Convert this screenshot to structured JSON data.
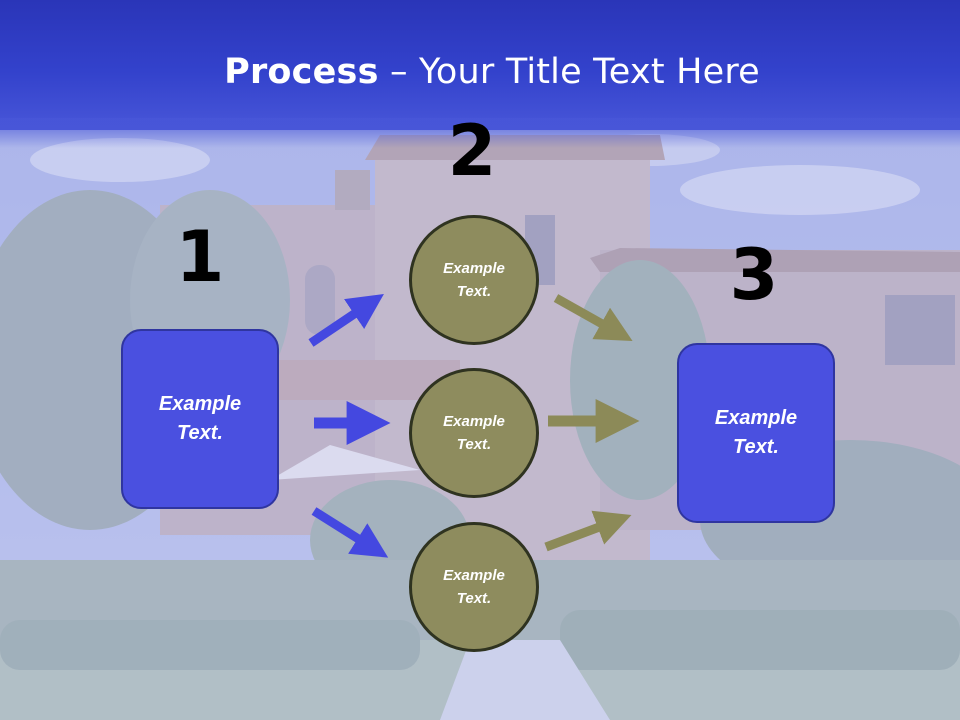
{
  "title": {
    "bold": "Process",
    "rest": " – Your Title Text Here"
  },
  "steps": [
    {
      "number": "1",
      "label_line1": "Example",
      "label_line2": "Text."
    },
    {
      "number": "2"
    },
    {
      "number": "3",
      "label_line1": "Example",
      "label_line2": "Text."
    }
  ],
  "circles": [
    {
      "label_line1": "Example",
      "label_line2": "Text."
    },
    {
      "label_line1": "Example",
      "label_line2": "Text."
    },
    {
      "label_line1": "Example",
      "label_line2": "Text."
    }
  ],
  "colors": {
    "title_band": "#3342cc",
    "box_fill": "#4a50e0",
    "circle_fill": "#8e8c5e",
    "blue_arrow": "#4448e0",
    "olive_arrow": "#8c8a58"
  }
}
